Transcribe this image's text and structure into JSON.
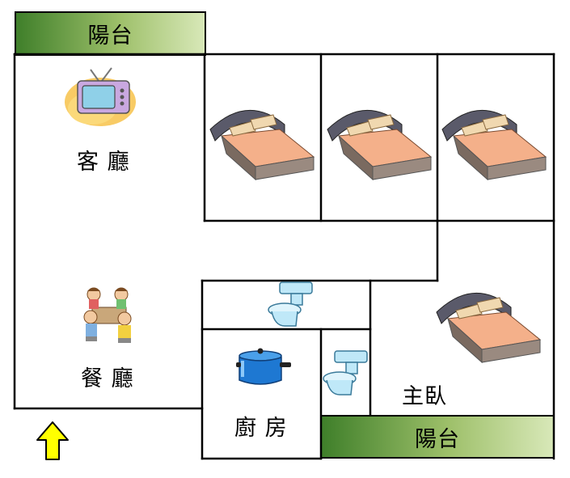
{
  "rooms": {
    "balcony_top": "陽台",
    "living_room": "客 廳",
    "dining_room": "餐 廳",
    "kitchen": "廚 房",
    "master_bedroom": "主臥",
    "balcony_bottom": "陽台"
  },
  "icons": {
    "tv": "tv-icon",
    "bed": "bed-icon",
    "toilet": "toilet-icon",
    "pot": "cooking-pot-icon",
    "diners": "diners-table-icon",
    "entrance": "entrance-arrow-icon"
  },
  "colors": {
    "balcony_dark": "#3f7f2a",
    "balcony_light": "#d8e8b8",
    "arrow": "#ffff00",
    "pot": "#1e78d2",
    "bed_cover": "#f4b08a",
    "tv_glow": "#f7c24a"
  }
}
